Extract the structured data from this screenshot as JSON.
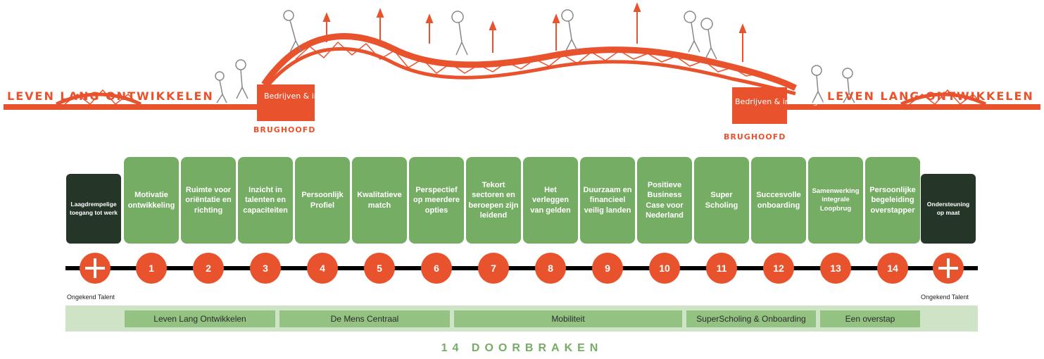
{
  "header": {
    "left_title": "LEVEN LANG ONTWIKKELEN",
    "right_title": "LEVEN LANG ONTWIKKELEN",
    "pillar_left_label": "Bedrijven & instellingen",
    "pillar_right_label": "Bedrijven & instellingen",
    "brughoofd_left": "BRUGHOOFD",
    "brughoofd_right": "BRUGHOOFD"
  },
  "start_card": "Laagdrempelige toegang tot werk",
  "end_card": "Ondersteuning op maat",
  "breakthroughs": [
    {
      "number": "1",
      "label": "Motivatie ontwikkeling"
    },
    {
      "number": "2",
      "label": "Ruimte voor oriëntatie en richting"
    },
    {
      "number": "3",
      "label": "Inzicht in talenten en capaciteiten"
    },
    {
      "number": "4",
      "label": "Persoonlijk Profiel"
    },
    {
      "number": "5",
      "label": "Kwalitatieve match"
    },
    {
      "number": "6",
      "label": "Perspectief op meerdere opties"
    },
    {
      "number": "7",
      "label": "Tekort sectoren en beroepen zijn leidend"
    },
    {
      "number": "8",
      "label": "Het verleggen van gelden"
    },
    {
      "number": "9",
      "label": "Duurzaam en financieel veilig landen"
    },
    {
      "number": "10",
      "label": "Positieve Business Case voor Nederland"
    },
    {
      "number": "11",
      "label": "Super Scholing"
    },
    {
      "number": "12",
      "label": "Succesvolle onboarding"
    },
    {
      "number": "13",
      "label": "Samenwerking integrale Loopbrug"
    },
    {
      "number": "14",
      "label": "Persoonlijke begeleiding overstapper"
    }
  ],
  "talent_left": "Ongekend Talent",
  "talent_right": "Ongekend Talent",
  "categories": [
    {
      "label": "Leven Lang Ontwikkelen"
    },
    {
      "label": "De Mens Centraal"
    },
    {
      "label": "Mobiliteit"
    },
    {
      "label": "SuperScholing & Onboarding"
    },
    {
      "label": "Een overstap"
    }
  ],
  "footer_title": "14 DOORBRAKEN",
  "colors": {
    "accent_orange": "#e8532e",
    "card_green": "#76ad65",
    "dark_green": "#253528",
    "category_green": "#93c282",
    "band_green": "#cfe3c7"
  }
}
